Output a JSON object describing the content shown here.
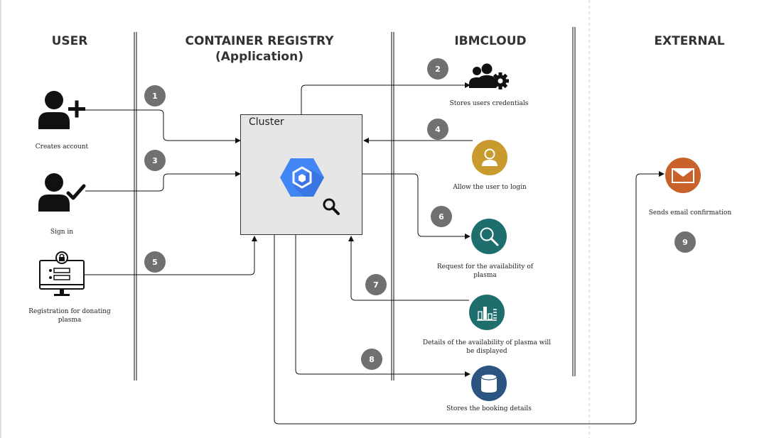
{
  "lanes": {
    "user": "USER",
    "registry_line1": "CONTAINER REGISTRY",
    "registry_line2": "(Application)",
    "ibmcloud": "IBMCLOUD",
    "external": "EXTERNAL"
  },
  "cluster": {
    "label": "Cluster"
  },
  "steps": [
    "1",
    "2",
    "3",
    "4",
    "5",
    "6",
    "7",
    "8",
    "9"
  ],
  "captions": {
    "creates_account": "Creates account",
    "sign_in": "Sign in",
    "registration": "Registration for donating plasma",
    "stores_credentials": "Stores users credentials",
    "allow_login": "Allow the user to login",
    "request_availability": "Request for the availability of plasma",
    "details_availability": "Details of the availability of plasma will be displayed",
    "stores_booking": "Stores the booking details",
    "email_confirmation": "Sends email confirmation"
  },
  "colors": {
    "login_icon": "#c99a2e",
    "teal_icon": "#1f6e6e",
    "db_icon": "#2b5580",
    "email_icon": "#c8612a",
    "badge": "#707070",
    "cluster_fill": "#e6e6e6",
    "gke_blue": "#4285f4"
  },
  "icons": {
    "add_user": "user-add-icon",
    "signin_user": "user-check-icon",
    "registration_monitor": "monitor-lock-icon",
    "credentials_group": "users-gear-icon",
    "login_user": "user-circle-icon",
    "search": "search-icon",
    "bar_chart": "bar-chart-icon",
    "database": "database-icon",
    "email": "email-icon",
    "kubernetes_engine": "gke-icon",
    "magnifier": "magnifier-icon"
  }
}
